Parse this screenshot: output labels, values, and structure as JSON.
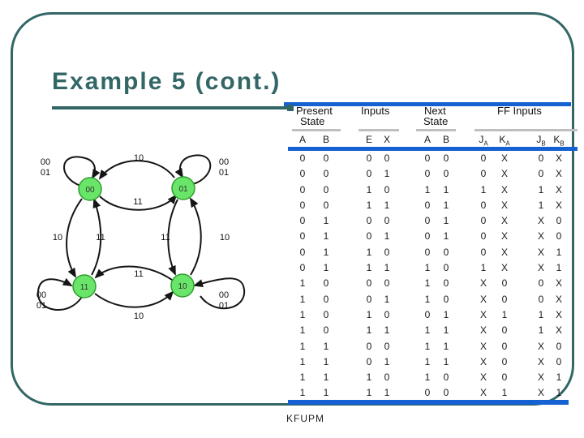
{
  "slide": {
    "title": "Example 5 (cont.)",
    "footer": "KFUPM"
  },
  "colors": {
    "accent_teal": "#336666",
    "accent_blue": "#1561d2",
    "node_fill": "#69e569",
    "node_stroke": "#2e9e2e",
    "divider_gray": "#bfbfbf"
  },
  "diagram": {
    "nodes": [
      {
        "label": "00"
      },
      {
        "label": "01"
      },
      {
        "label": "11"
      },
      {
        "label": "10"
      }
    ],
    "edges": [
      {
        "label": "10",
        "from": "01",
        "to": "00"
      },
      {
        "label": "11",
        "from": "00",
        "to": "01"
      },
      {
        "label": "10",
        "from": "00",
        "to": "11"
      },
      {
        "label": "11",
        "from": "11",
        "to": "00"
      },
      {
        "label": "11",
        "from": "01",
        "to": "10"
      },
      {
        "label": "10",
        "from": "10",
        "to": "01"
      },
      {
        "label": "11",
        "from": "10",
        "to": "11"
      },
      {
        "label": "10",
        "from": "11",
        "to": "10"
      }
    ],
    "self_loops": [
      {
        "node": "00",
        "lines": [
          "00",
          "01"
        ]
      },
      {
        "node": "01",
        "lines": [
          "00",
          "01"
        ]
      },
      {
        "node": "11",
        "lines": [
          "00",
          "01"
        ]
      },
      {
        "node": "10",
        "lines": [
          "00",
          "01"
        ]
      }
    ]
  },
  "table": {
    "groups": [
      {
        "line1": "Present",
        "line2": "State"
      },
      {
        "line1": "Inputs",
        "line2": ""
      },
      {
        "line1": "Next",
        "line2": "State"
      },
      {
        "line1": "FF Inputs",
        "line2": ""
      }
    ],
    "columns": [
      {
        "base": "A",
        "sub": ""
      },
      {
        "base": "B",
        "sub": ""
      },
      {
        "base": "E",
        "sub": ""
      },
      {
        "base": "X",
        "sub": ""
      },
      {
        "base": "A",
        "sub": ""
      },
      {
        "base": "B",
        "sub": ""
      },
      {
        "base": "J",
        "sub": "A"
      },
      {
        "base": "K",
        "sub": "A"
      },
      {
        "base": "J",
        "sub": "B"
      },
      {
        "base": "K",
        "sub": "B"
      }
    ],
    "rows": [
      [
        "0",
        "0",
        "0",
        "0",
        "0",
        "0",
        "0",
        "X",
        "0",
        "X"
      ],
      [
        "0",
        "0",
        "0",
        "1",
        "0",
        "0",
        "0",
        "X",
        "0",
        "X"
      ],
      [
        "0",
        "0",
        "1",
        "0",
        "1",
        "1",
        "1",
        "X",
        "1",
        "X"
      ],
      [
        "0",
        "0",
        "1",
        "1",
        "0",
        "1",
        "0",
        "X",
        "1",
        "X"
      ],
      [
        "0",
        "1",
        "0",
        "0",
        "0",
        "1",
        "0",
        "X",
        "X",
        "0"
      ],
      [
        "0",
        "1",
        "0",
        "1",
        "0",
        "1",
        "0",
        "X",
        "X",
        "0"
      ],
      [
        "0",
        "1",
        "1",
        "0",
        "0",
        "0",
        "0",
        "X",
        "X",
        "1"
      ],
      [
        "0",
        "1",
        "1",
        "1",
        "1",
        "0",
        "1",
        "X",
        "X",
        "1"
      ],
      [
        "1",
        "0",
        "0",
        "0",
        "1",
        "0",
        "X",
        "0",
        "0",
        "X"
      ],
      [
        "1",
        "0",
        "0",
        "1",
        "1",
        "0",
        "X",
        "0",
        "0",
        "X"
      ],
      [
        "1",
        "0",
        "1",
        "0",
        "0",
        "1",
        "X",
        "1",
        "1",
        "X"
      ],
      [
        "1",
        "0",
        "1",
        "1",
        "1",
        "1",
        "X",
        "0",
        "1",
        "X"
      ],
      [
        "1",
        "1",
        "0",
        "0",
        "1",
        "1",
        "X",
        "0",
        "X",
        "0"
      ],
      [
        "1",
        "1",
        "0",
        "1",
        "1",
        "1",
        "X",
        "0",
        "X",
        "0"
      ],
      [
        "1",
        "1",
        "1",
        "0",
        "1",
        "0",
        "X",
        "0",
        "X",
        "1"
      ],
      [
        "1",
        "1",
        "1",
        "1",
        "0",
        "0",
        "X",
        "1",
        "X",
        "1"
      ]
    ]
  }
}
